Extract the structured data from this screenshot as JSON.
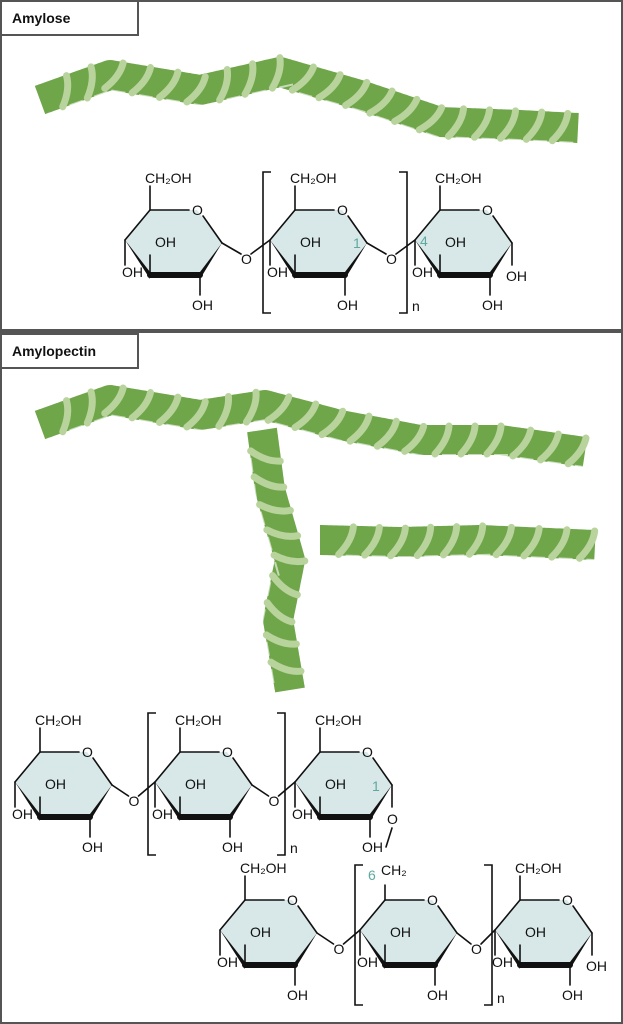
{
  "panels": [
    {
      "title": "Amylose"
    },
    {
      "title": "Amylopectin"
    }
  ],
  "labels": {
    "ch2oh": "CH₂OH",
    "ch2": "CH₂",
    "oh": "OH",
    "ring_o": "O",
    "link_o": "O",
    "repeat": "n",
    "carbon_1": "1",
    "carbon_4": "4",
    "carbon_6": "6"
  },
  "colors": {
    "helix_dark": "#6fa64a",
    "helix_light": "#b8d39c",
    "ring_fill": "#d8e8e8",
    "carbon_number": "#5fa8a0",
    "frame": "#555555"
  }
}
